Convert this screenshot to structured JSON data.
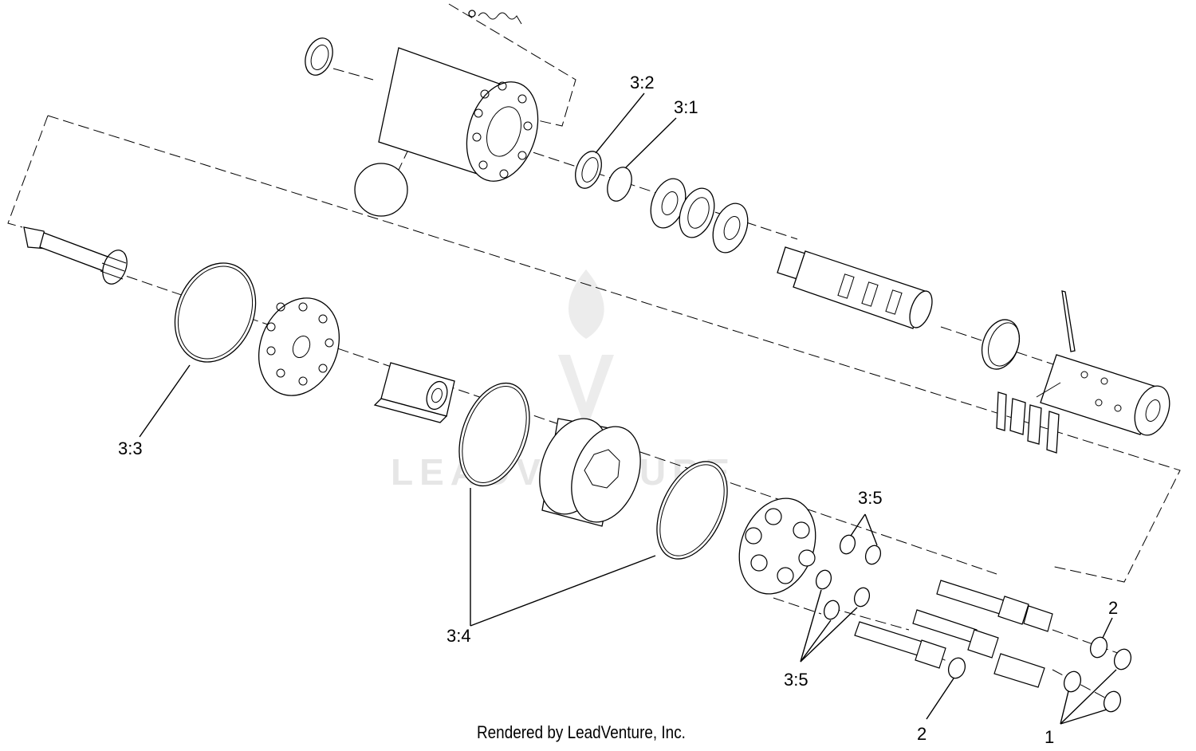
{
  "callouts": {
    "c3_2": "3:2",
    "c3_1": "3:1",
    "c3_3": "3:3",
    "c3_4": "3:4",
    "c3_5_top": "3:5",
    "c3_5_bottom": "3:5",
    "c2_right": "2",
    "c2_bottom": "2",
    "c1": "1"
  },
  "watermark": {
    "text": "LEADVENTURE"
  },
  "footer": {
    "text": "Rendered by LeadVenture, Inc."
  }
}
